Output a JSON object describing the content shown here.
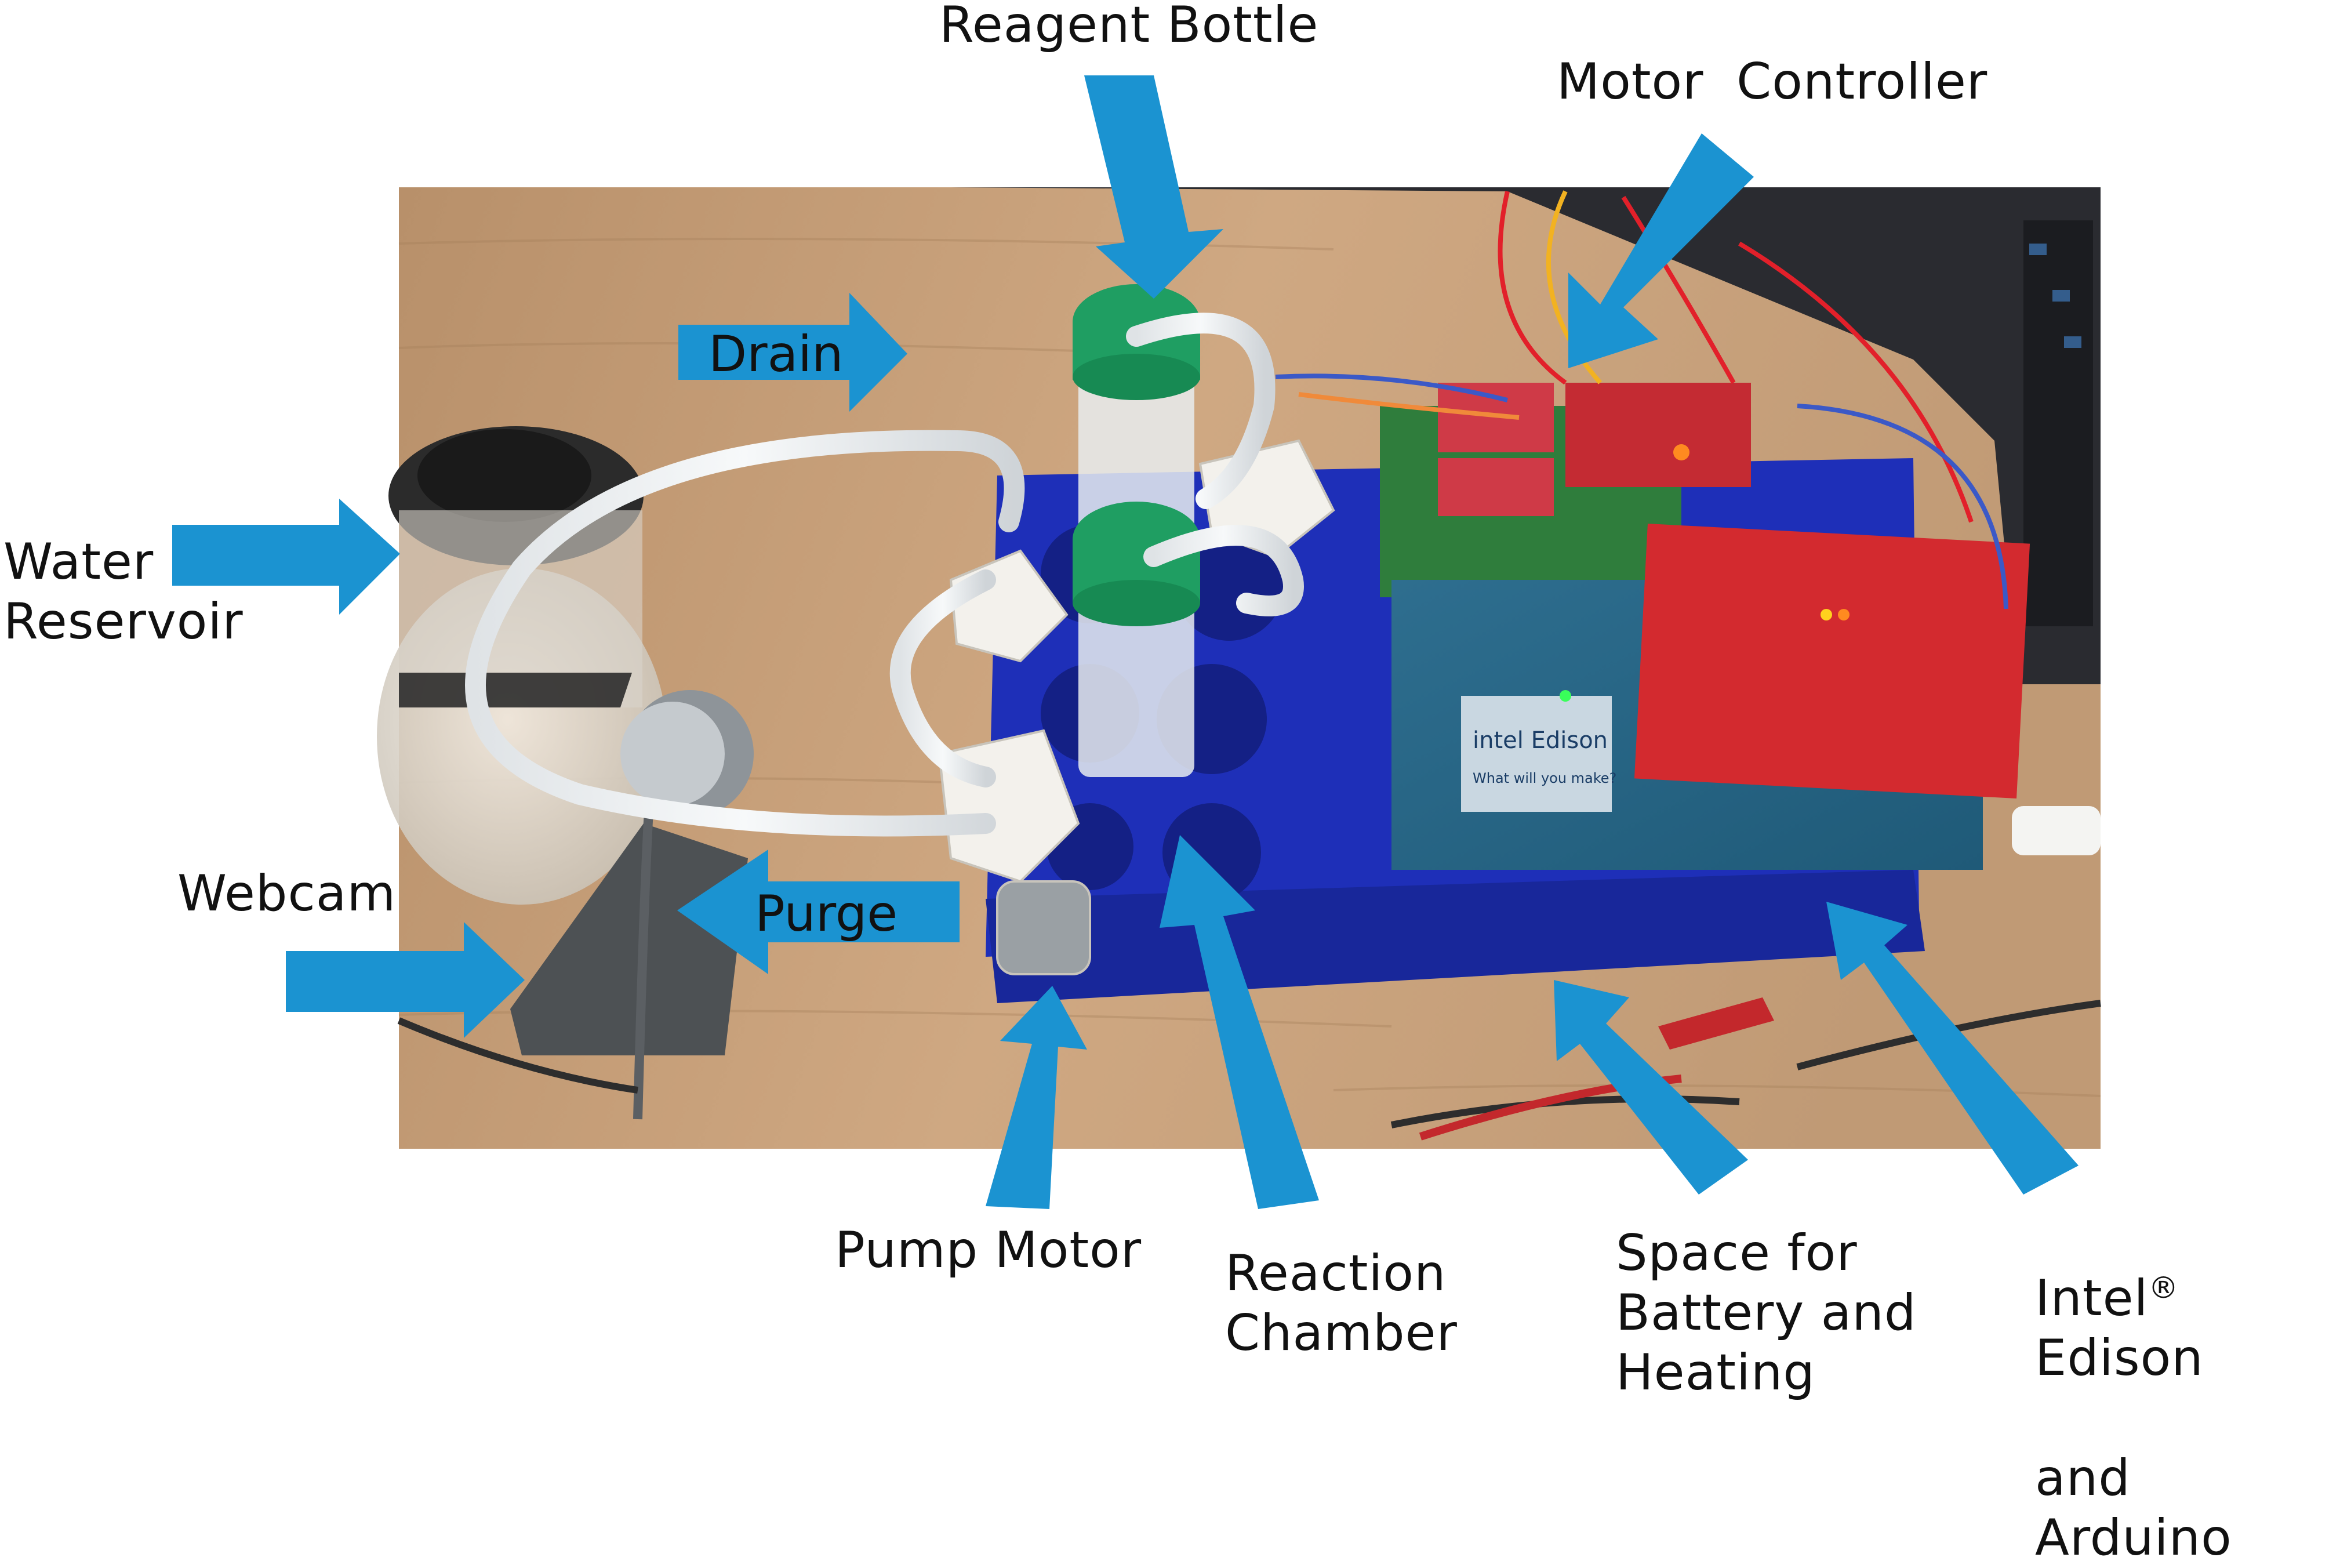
{
  "labels": {
    "reagent_bottle": "Reagent Bottle",
    "motor_controller": "Motor  Controller",
    "drain": "Drain",
    "water_reservoir": "Water\nReservoir",
    "webcam": "Webcam",
    "purge": "Purge",
    "pump_motor": "Pump Motor",
    "reaction_chamber": "Reaction\nChamber",
    "space_for_battery": "Space for\nBattery and\nHeating",
    "intel_edison_line1": "Intel",
    "intel_edison_reg": "®",
    "intel_edison_line1_end": " Edison",
    "intel_edison_line2": "and Arduino",
    "photo_edison_chip": "intel Edison",
    "photo_edison_tagline": "What will you make?"
  },
  "colors": {
    "arrow": "#1b93d1",
    "rack": "#1e2fb8",
    "table": "#c9a27c",
    "text": "#111111"
  }
}
